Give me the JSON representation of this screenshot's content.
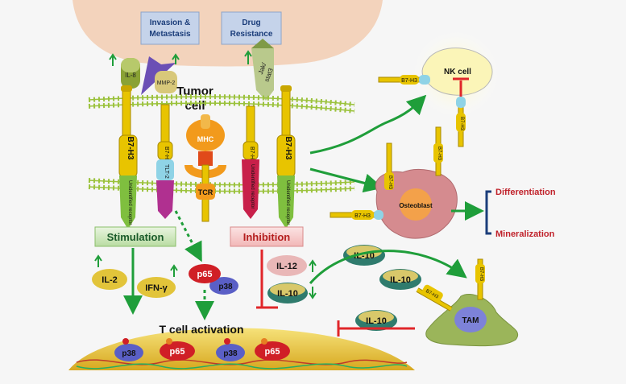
{
  "colors": {
    "tumor_fill": "#f3d3bc",
    "membrane": "#9bc23c",
    "receptor_yellow": "#e8c400",
    "green_arrow": "#1f9e3a",
    "red_inhibit": "#e0262a",
    "il10_green": "#2f7b6d",
    "osteoblast": "#d58b8f",
    "tam": "#9bb55a",
    "navy": "#1b3d7a"
  },
  "top": {
    "invasion_line1": "Invasion &",
    "invasion_line2": "Metastasis",
    "drug_line1": "Drug",
    "drug_line2": "Resistance",
    "il8": "IL-8",
    "mmp2": "MMP-2",
    "jak_line1": "Jak/",
    "jak_line2": "stat3",
    "tumor_line1": "Tumor",
    "tumor_line2": "cell"
  },
  "receptors": {
    "b7h3_big": "B7-H3",
    "b7h3_small": "B7-H3",
    "tlt2": "TLT-2",
    "mhc": "MHC",
    "tcr": "TCR",
    "unidentified": "Unidentified receptor"
  },
  "labels": {
    "stimulation": "Stimulation",
    "inhibition": "Inhibition",
    "il2": "IL-2",
    "ifn": "IFN-γ",
    "p65": "p65",
    "p38": "p38",
    "il12": "IL-12",
    "il10": "IL-10",
    "t_cell_activation": "T cell activation",
    "nk_cell": "NK cell",
    "osteoblast": "Osteoblast",
    "tam": "TAM",
    "differentiation": "Differentiation",
    "mineralization": "Mineralization"
  }
}
